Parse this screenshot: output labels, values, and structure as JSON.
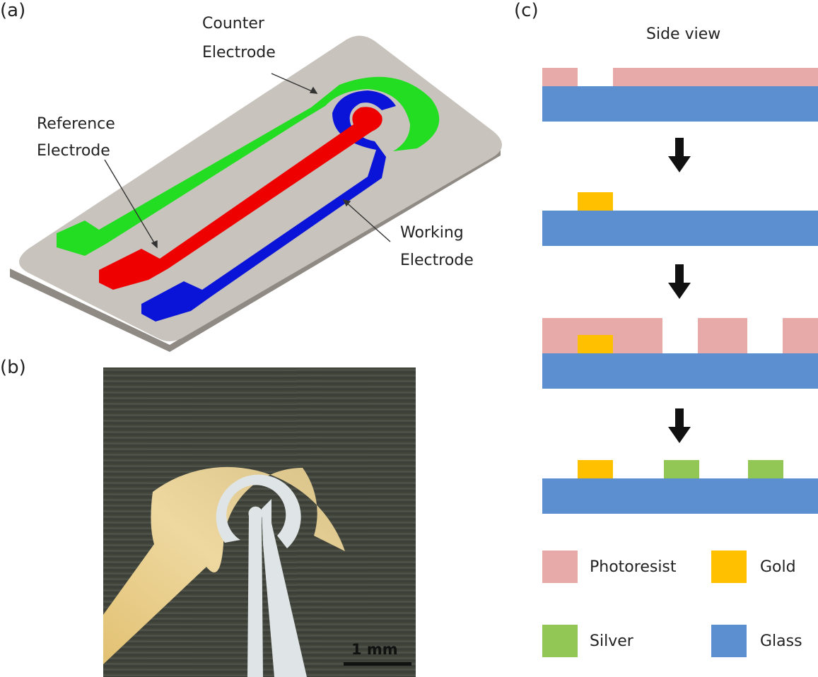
{
  "panels": {
    "a": {
      "label": "(a)",
      "annotations": {
        "counter": [
          "Counter",
          "Electrode"
        ],
        "reference": [
          "Reference",
          "Electrode"
        ],
        "working": [
          "Working",
          "Electrode"
        ]
      }
    },
    "b": {
      "label": "(b)",
      "scale_bar": "1 mm"
    },
    "c": {
      "label": "(c)",
      "title": "Side view",
      "legend": [
        {
          "label": "Photoresist",
          "color": "#e8a9a9"
        },
        {
          "label": "Gold",
          "color": "#ffc000"
        },
        {
          "label": "Silver",
          "color": "#92c755"
        },
        {
          "label": "Glass",
          "color": "#5b8fd0"
        }
      ]
    }
  },
  "colors": {
    "substrate": "#c8c4bd",
    "counter": "#22dd22",
    "reference": "#ee0000",
    "working": "#0a14d8",
    "photoresist": "#e8a9a9",
    "gold": "#ffc000",
    "silver": "#92c755",
    "glass": "#5b8fd0",
    "arrow": "#111111"
  }
}
